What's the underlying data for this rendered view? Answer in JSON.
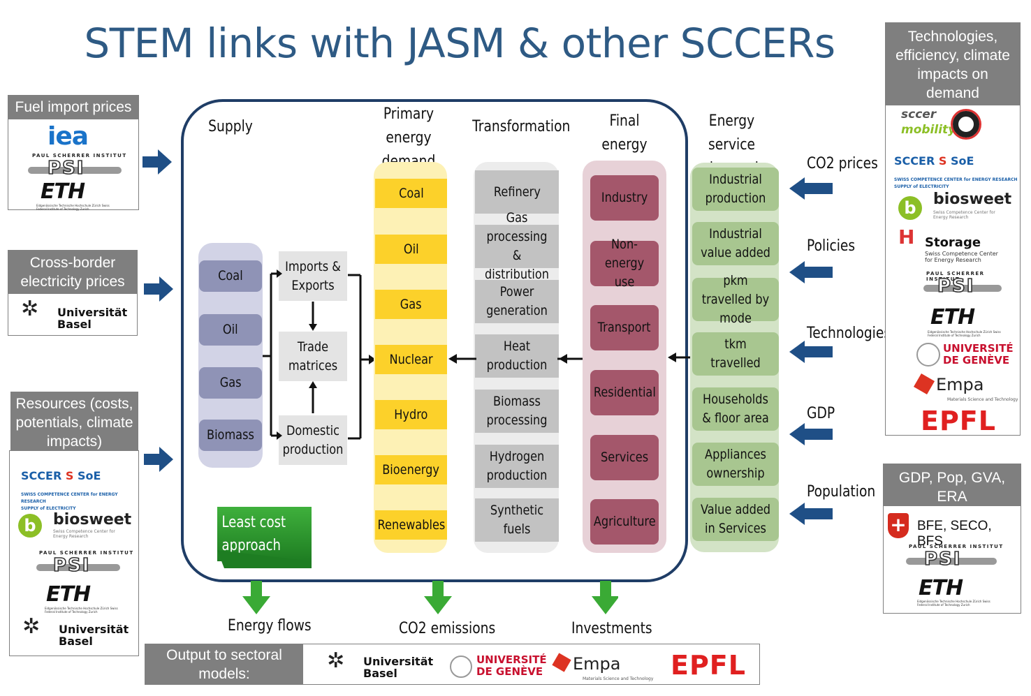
{
  "title": "STEM links with JASM & other SCCERs",
  "left_inputs": [
    {
      "header": "Fuel import prices"
    },
    {
      "header": "Cross-border electricity prices"
    },
    {
      "header": "Resources (costs, potentials, climate impacts)"
    }
  ],
  "right_inputs": [
    {
      "header": "Technologies, efficiency, climate impacts on demand"
    },
    {
      "header": "GDP, Pop, GVA, ERA"
    }
  ],
  "bfe_text": "BFE, SECO, BFS",
  "logos": {
    "iea": "iea",
    "psi_top": "PAUL SCHERRER INSTITUT",
    "psi": "PSI",
    "eth": "ETH",
    "eth_sub": "Eidgenössische Technische Hochschule Zürich Swiss Federal Institute of Technology Zurich",
    "basel_1": "Universität",
    "basel_2": "Basel",
    "sccer": "SCCER",
    "soe": "SoE",
    "sccer_sub_1": "SWISS COMPETENCE CENTER for ENERGY RESEARCH",
    "sccer_sub_2": "SUPPLY of ELECTRICITY",
    "biosweet": "biosweet",
    "biosweet_sub": "Swiss Competence Center for Energy Research",
    "mobility_1": "sccer",
    "mobility_2": "mobility",
    "storage": "Storage",
    "storage_sub": "Swiss Competence Center for Energy Research",
    "unige_1": "UNIVERSITÉ",
    "unige_2": "DE GENÈVE",
    "empa": "Empa",
    "empa_sub": "Materials Science and Technology",
    "epfl": "EPFL"
  },
  "columns": {
    "supply": {
      "header": "Supply",
      "items": [
        "Coal",
        "Oil",
        "Gas",
        "Biomass"
      ]
    },
    "trade": {
      "items": [
        "Imports & Exports",
        "Trade matrices",
        "Domestic production"
      ]
    },
    "primary": {
      "header_1": "Primary",
      "header_2": "energy demand",
      "items": [
        "Coal",
        "Oil",
        "Gas",
        "Nuclear",
        "Hydro",
        "Bioenergy",
        "Renewables"
      ]
    },
    "transformation": {
      "header": "Transformation",
      "items": [
        "Refinery",
        "Gas processing & distribution",
        "Power generation",
        "Heat production",
        "Biomass processing",
        "Hydrogen production",
        "Synthetic fuels"
      ]
    },
    "final": {
      "header_1": "Final",
      "header_2": "energy demand",
      "items": [
        "Industry",
        "Non-energy use",
        "Transport",
        "Residential",
        "Services",
        "Agriculture"
      ]
    },
    "service": {
      "header_1": "Energy",
      "header_2": "service demand",
      "items": [
        "Industrial production",
        "Industrial value added",
        "pkm travelled by mode",
        "tkm travelled",
        "Households & floor area",
        "Appliances ownership",
        "Value added in Services"
      ]
    }
  },
  "drivers": [
    "CO2 prices",
    "Policies",
    "Technologies",
    "GDP",
    "Population"
  ],
  "least_cost": "Least cost approach",
  "outputs": [
    "Energy flows",
    "CO2 emissions",
    "Investments"
  ],
  "output_box": "Output to sectoral models:",
  "colors": {
    "title": "#2e5a84",
    "frame": "#1f3d66",
    "arrow": "#1f4f86",
    "green": "#3aaa35"
  }
}
